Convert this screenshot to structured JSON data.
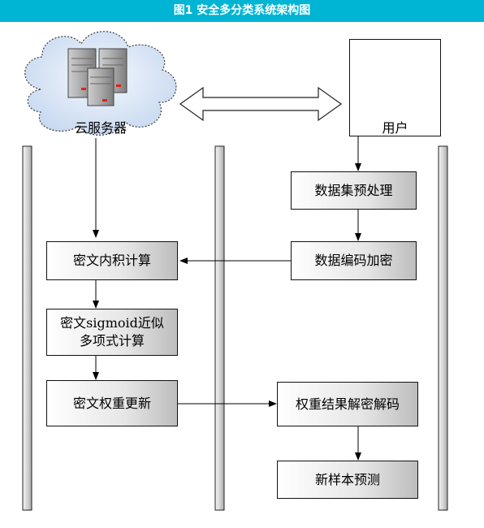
{
  "title": "图1 安全多分类系统架构图",
  "cloud_label": "云服务器",
  "user_label": "用户",
  "steps": {
    "preprocess": "数据集预处理",
    "encode_encrypt": "数据编码加密",
    "inner_product": "密文内积计算",
    "sigmoid_line1": "密文sigmoid近似",
    "sigmoid_line2": "多项式计算",
    "weight_update": "密文权重更新",
    "weight_decrypt": "权重结果解密解码",
    "predict": "新样本预测"
  },
  "colors": {
    "title_bg": "#00b4d4",
    "cloud_fill": "#dbe7f7",
    "user_blue": "#1a2fb0"
  }
}
